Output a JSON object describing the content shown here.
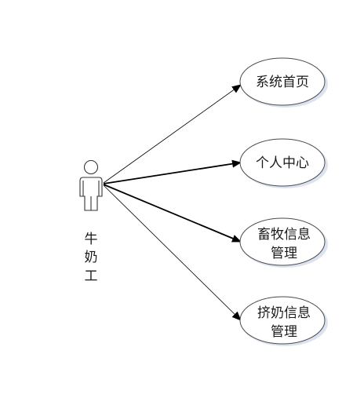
{
  "actor": {
    "name_lines": [
      "牛",
      "奶",
      "工"
    ]
  },
  "use_cases": [
    {
      "lines": [
        "系统首页"
      ]
    },
    {
      "lines": [
        "个人中心"
      ]
    },
    {
      "lines": [
        "畜牧信息",
        "管理"
      ]
    },
    {
      "lines": [
        "挤奶信息",
        "管理"
      ]
    }
  ],
  "colors": {
    "line": "#000000",
    "ellipse_stroke": "#4a4a4a",
    "ellipse_fill": "#ffffff",
    "shadow": "#dbe3f0"
  }
}
